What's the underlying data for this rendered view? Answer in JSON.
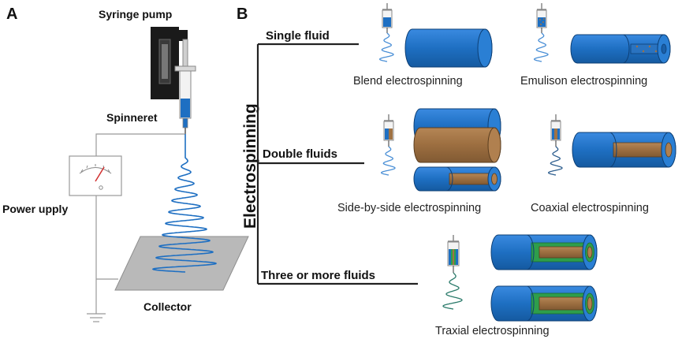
{
  "panel_a": {
    "letter": "A",
    "syringe_pump": "Syringe pump",
    "spinneret": "Spinneret",
    "power_supply": "Power upply",
    "collector": "Collector"
  },
  "panel_b": {
    "letter": "B",
    "root": "Electrospinning",
    "branches": {
      "single": "Single fluid",
      "double": "Double fluids",
      "three": "Three or more fluids"
    },
    "methods": {
      "blend": "Blend electrospinning",
      "emulsion": "Emulison electrospinning",
      "side_by_side": "Side-by-side electrospinning",
      "coaxial": "Coaxial electrospinning",
      "triaxial": "Traxial electrospinning"
    }
  },
  "colors": {
    "fiber_blue": "#1e6fc2",
    "core_brown": "#a07243",
    "middle_green": "#2e9e4b",
    "collector_gray": "#b9b9b9",
    "pump_black": "#1a1a1a"
  }
}
